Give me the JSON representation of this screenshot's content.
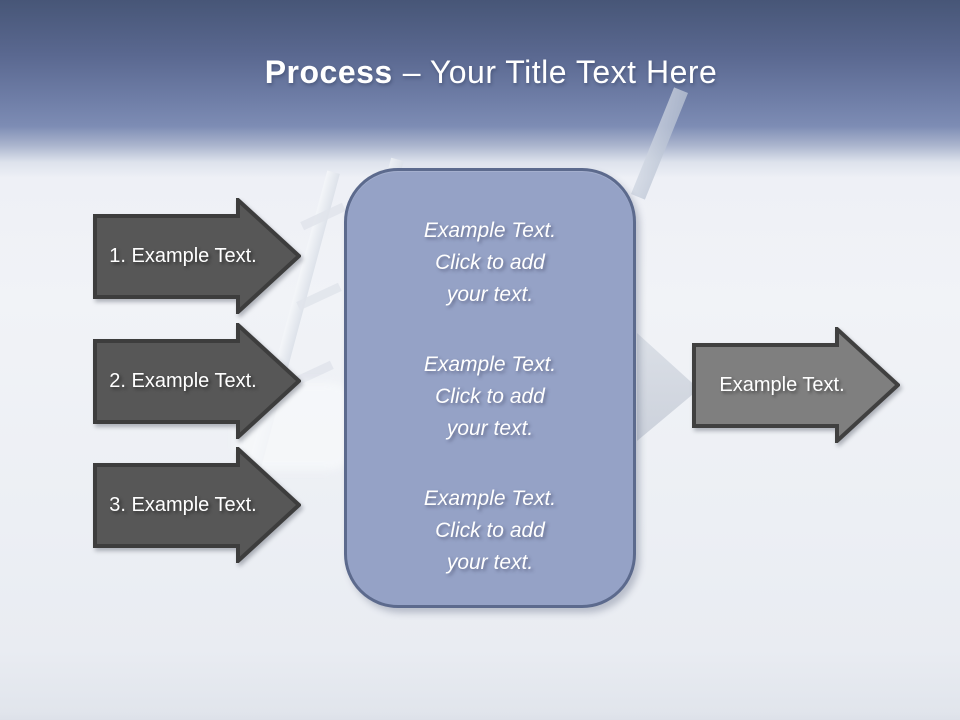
{
  "slide": {
    "title": {
      "bold": "Process",
      "rest": "– Your Title Text Here"
    }
  },
  "left_arrows": [
    {
      "label": "1. Example Text."
    },
    {
      "label": "2. Example Text."
    },
    {
      "label": "3. Example Text."
    }
  ],
  "right_arrow": {
    "label": "Example Text."
  },
  "center_box": {
    "paragraphs": [
      "Example Text.\nClick  to add\nyour text.",
      "Example Text.\nClick  to add\nyour text.",
      "Example Text.\nClick  to add\nyour text."
    ]
  },
  "colors": {
    "header_top": "#475677",
    "header_blue": "#7d8cb4",
    "background_light": "#eff1f6",
    "left_arrow_fill": "#575757",
    "left_arrow_border": "#3d3d3d",
    "right_arrow_fill": "#7f7f7f",
    "right_arrow_border": "#404040",
    "box_fill": "#95a2c6",
    "box_border": "#5c6a8d",
    "text": "#ffffff"
  }
}
